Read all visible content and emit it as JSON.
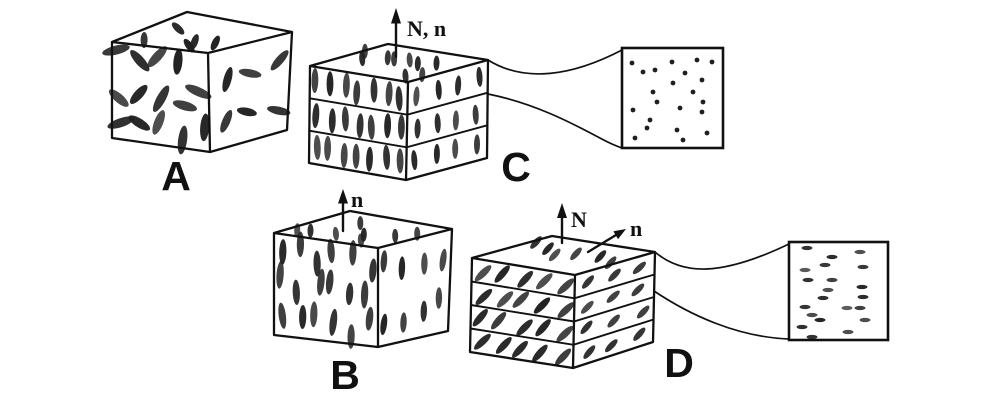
{
  "figure": {
    "colors": {
      "background": "#ffffff",
      "ink": "#111111",
      "molecule": "#1f1f1f"
    },
    "panels": {
      "a": {
        "label": "A"
      },
      "b": {
        "label": "B",
        "director_label": "n"
      },
      "c": {
        "label": "C",
        "director_label": "N, n"
      },
      "d": {
        "label": "D",
        "layer_normal_label": "N",
        "director_label": "n"
      }
    },
    "insets": {
      "c": {
        "pattern": "dots"
      },
      "d": {
        "pattern": "dashes"
      }
    }
  }
}
